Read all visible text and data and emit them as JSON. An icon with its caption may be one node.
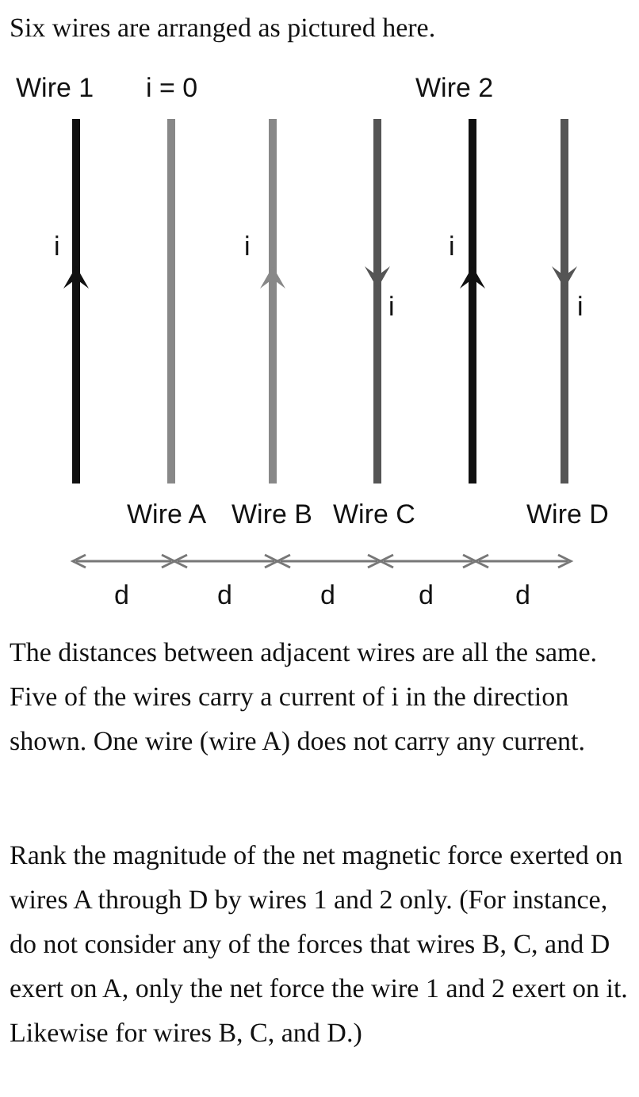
{
  "diagram": {
    "title": "Six wires are arranged as pictured here.",
    "labels": [
      "Wire 1",
      "i = 0",
      "Wire 2",
      "i",
      "i",
      "i",
      "i",
      "i",
      "Wire A",
      "Wire B",
      "Wire C",
      "Wire D",
      "d",
      "d",
      "d",
      "d",
      "d",
      "The distances between adjacent wires are all the same.  Five of the wires carry a current of i in the direction shown.  One wire (wire A) does not carry any current.",
      "Rank the magnitude of the net magnetic force exerted on wires A through D by wires 1 and 2 only.  (For instance, do not consider any of the forces that wires B, C, and D exert on A, only the net force the wire 1 and 2 exert on it.  Likewise for wires B, C, and D.)"
    ]
  }
}
